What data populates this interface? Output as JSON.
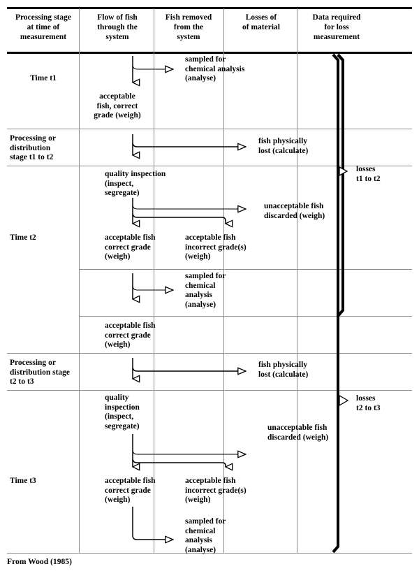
{
  "figure": {
    "caption": "From Wood (1985)",
    "columns": [
      {
        "id": "stage",
        "header": "Processing stage\nat time of\nmeasurement"
      },
      {
        "id": "flow",
        "header": "Flow of fish\nthrough the\nsystem"
      },
      {
        "id": "removed",
        "header": "Fish removed\nfrom the\nsystem"
      },
      {
        "id": "losses",
        "header": "Losses of\nof material"
      },
      {
        "id": "data",
        "header": "Data required\nfor loss\nmeasurement"
      }
    ],
    "rows": [
      {
        "id": "time-t1",
        "stage": "Time t1",
        "flow": [
          "acceptable\nfish, correct\ngrade (weigh)"
        ],
        "removed": [
          "sampled for\nchemical analysis\n(analyse)"
        ],
        "losses": [],
        "data": []
      },
      {
        "id": "stage-t1-t2",
        "stage": "Processing or\ndistribution\nstage t1 to t2",
        "flow": [],
        "removed": [],
        "losses": [
          "fish physically\nlost (calculate)"
        ],
        "data": []
      },
      {
        "id": "time-t2-inspection",
        "stage": "Time t2",
        "flow": [
          "quality inspection\n(inspect,\nsegregate)",
          "acceptable fish\ncorrect grade\n(weigh)"
        ],
        "removed": [
          "acceptable fish\nincorrect grade(s)\n(weigh)"
        ],
        "losses": [
          "unacceptable fish\ndiscarded (weigh)"
        ],
        "data": [
          "losses\nt1 to t2"
        ]
      },
      {
        "id": "time-t2-sampling",
        "stage": "",
        "flow": [],
        "removed": [
          "sampled for\nchemical\nanalysis\n(analyse)"
        ],
        "losses": [],
        "data": []
      },
      {
        "id": "time-t2-result",
        "stage": "",
        "flow": [
          "acceptable fish\ncorrect grade\n(weigh)"
        ],
        "removed": [],
        "losses": [],
        "data": []
      },
      {
        "id": "stage-t2-t3",
        "stage": "Processing or\ndistribution stage\nt2 to t3",
        "flow": [],
        "removed": [],
        "losses": [
          "fish physically\nlost (calculate)"
        ],
        "data": []
      },
      {
        "id": "time-t3",
        "stage": "Time t3",
        "flow": [
          "quality\ninspection\n(inspect,\nsegregate)",
          "acceptable fish\ncorrect grade\n(weigh)"
        ],
        "removed": [
          "acceptable fish\nincorrect grade(s)\n(weigh)",
          "sampled for\nchemical\nanalysis\n(analyse)"
        ],
        "losses": [
          "unacceptable fish\ndiscarded (weigh)"
        ],
        "data": [
          "losses\nt2 to t3"
        ]
      }
    ],
    "brackets": [
      {
        "id": "bracket-t1-t2",
        "label": "losses\nt1 to t2"
      },
      {
        "id": "bracket-t2-t3",
        "label": "losses\nt2 to t3"
      }
    ],
    "text": {
      "h_stage": "Processing stage\nat time of\nmeasurement",
      "h_flow": "Flow of fish\nthrough the\nsystem",
      "h_removed": "Fish removed\nfrom the\nsystem",
      "h_losses": "Losses of\nof material",
      "h_data": "Data required\nfor loss\nmeasurement",
      "t1_stage": "Time t1",
      "t1_flow_out": "acceptable\nfish, correct\ngrade (weigh)",
      "t1_removed": "sampled for\nchemical analysis\n(analyse)",
      "s12_stage": "Processing or\ndistribution\nstage t1 to t2",
      "s12_losses": "fish physically\nlost (calculate)",
      "t2_stage": "Time t2",
      "t2_inspect": "quality inspection\n(inspect,\nsegregate)",
      "t2_losses": "unacceptable fish\ndiscarded (weigh)",
      "t2_flow_ok": "acceptable fish\ncorrect grade\n(weigh)",
      "t2_removed_grade": "acceptable fish\nincorrect grade(s)\n(weigh)",
      "t2_removed_sample": "sampled for\nchemical\nanalysis\n(analyse)",
      "t2_flow_final": "acceptable fish\ncorrect grade\n(weigh)",
      "s23_stage": "Processing or\ndistribution stage\nt2 to t3",
      "s23_losses": "fish physically\nlost (calculate)",
      "t3_stage": "Time t3",
      "t3_inspect": "quality\ninspection\n(inspect,\nsegregate)",
      "t3_losses": "unacceptable fish\ndiscarded (weigh)",
      "t3_flow_ok": "acceptable fish\ncorrect grade\n(weigh)",
      "t3_removed_grade": "acceptable fish\nincorrect grade(s)\n(weigh)",
      "t3_removed_sample": "sampled for\nchemical\nanalysis\n(analyse)",
      "bracket1": "losses\nt1 to t2",
      "bracket2": "losses\nt2 to t3",
      "caption": "From Wood (1985)"
    },
    "colors": {
      "ink": "#000000",
      "grid": "#8d8d8d",
      "paper": "#ffffff"
    }
  }
}
